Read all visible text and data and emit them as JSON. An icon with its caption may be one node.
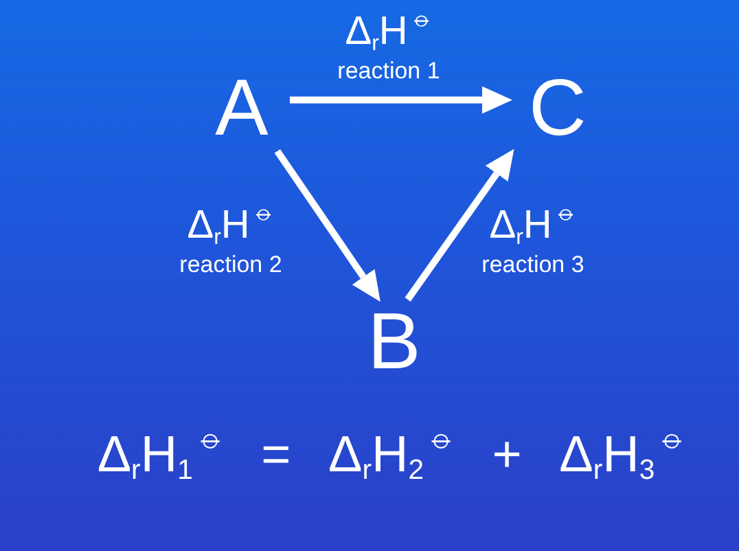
{
  "diagram": {
    "nodes": [
      {
        "text": [
          "A"
        ]
      },
      {
        "text": [
          "C"
        ]
      },
      {
        "text": [
          "B"
        ]
      }
    ],
    "edges": [
      {
        "from": 0,
        "to": 1,
        "arrow": "to",
        "label": "Δ$_{r}$H$^{⦵}$ reaction 1"
      },
      {
        "from": 0,
        "to": 2,
        "arrow": "to",
        "label": "Δ$_{r}$H$^{⦵}$ reaction 2"
      },
      {
        "from": 2,
        "to": 1,
        "arrow": "to",
        "label": "Δ$_{r}$H$^{⦵}$ reaction 3"
      }
    ],
    "labels": [
      "Δ$_{r}$H$_{1}$$^{⦵}$ = Δ$_{r}$H$_{2}$$^{⦵}$ + Δ$_{r}$H$_{3}$$^{⦵}$"
    ]
  }
}
